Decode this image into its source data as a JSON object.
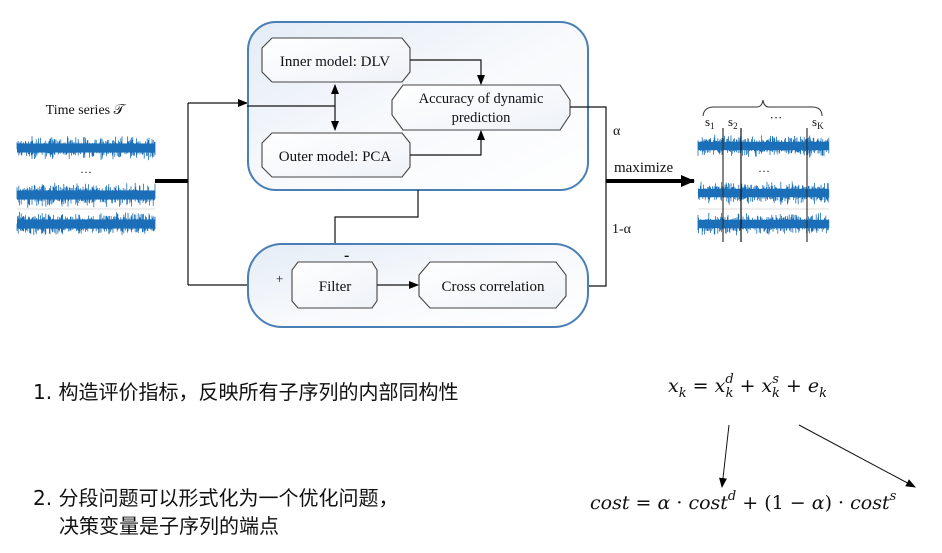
{
  "diagram": {
    "input_label": "Time series 𝒯",
    "input_ellipsis": "···",
    "upper_group": {
      "inner_model": "Inner model: DLV",
      "outer_model": "Outer model: PCA",
      "accuracy_line1": "Accuracy of dynamic",
      "accuracy_line2": "prediction"
    },
    "lower_group": {
      "filter": "Filter",
      "cross_correlation": "Cross correlation",
      "plus_sign": "+",
      "minus_sign": "-"
    },
    "weights": {
      "alpha": "α",
      "one_minus_alpha": "1-α"
    },
    "maximize_label": "maximize",
    "output": {
      "segments": [
        "s",
        "s",
        "···",
        "s"
      ],
      "segment_subscripts": [
        "1",
        "2",
        "",
        "K"
      ],
      "ellipsis": "···"
    },
    "colors": {
      "signal": "#1a6fb8",
      "group_border": "#4a7fb5"
    }
  },
  "notes": {
    "item1": "1. 构造评价指标，反映所有子序列的内部同构性",
    "item2_line1": "2. 分段问题可以形式化为一个优化问题，",
    "item2_line2": "决策变量是子序列的端点"
  },
  "equations": {
    "decomposition": {
      "lhs": "x",
      "lhs_sub": "k",
      "eq": " = ",
      "t1": "x",
      "t1_sup": "d",
      "t1_sub": "k",
      "plus1": " + ",
      "t2": "x",
      "t2_sup": "s",
      "t2_sub": "k",
      "plus2": " + ",
      "t3": "e",
      "t3_sub": "k"
    },
    "cost": {
      "lhs": "cost",
      "eq": " = ",
      "alpha": "α",
      "dot": " · ",
      "cd": "cost",
      "cd_sup": "d",
      "plus": " + (1 − ",
      "alpha2": "α",
      "close": ") · ",
      "cs": "cost",
      "cs_sup": "s"
    }
  }
}
